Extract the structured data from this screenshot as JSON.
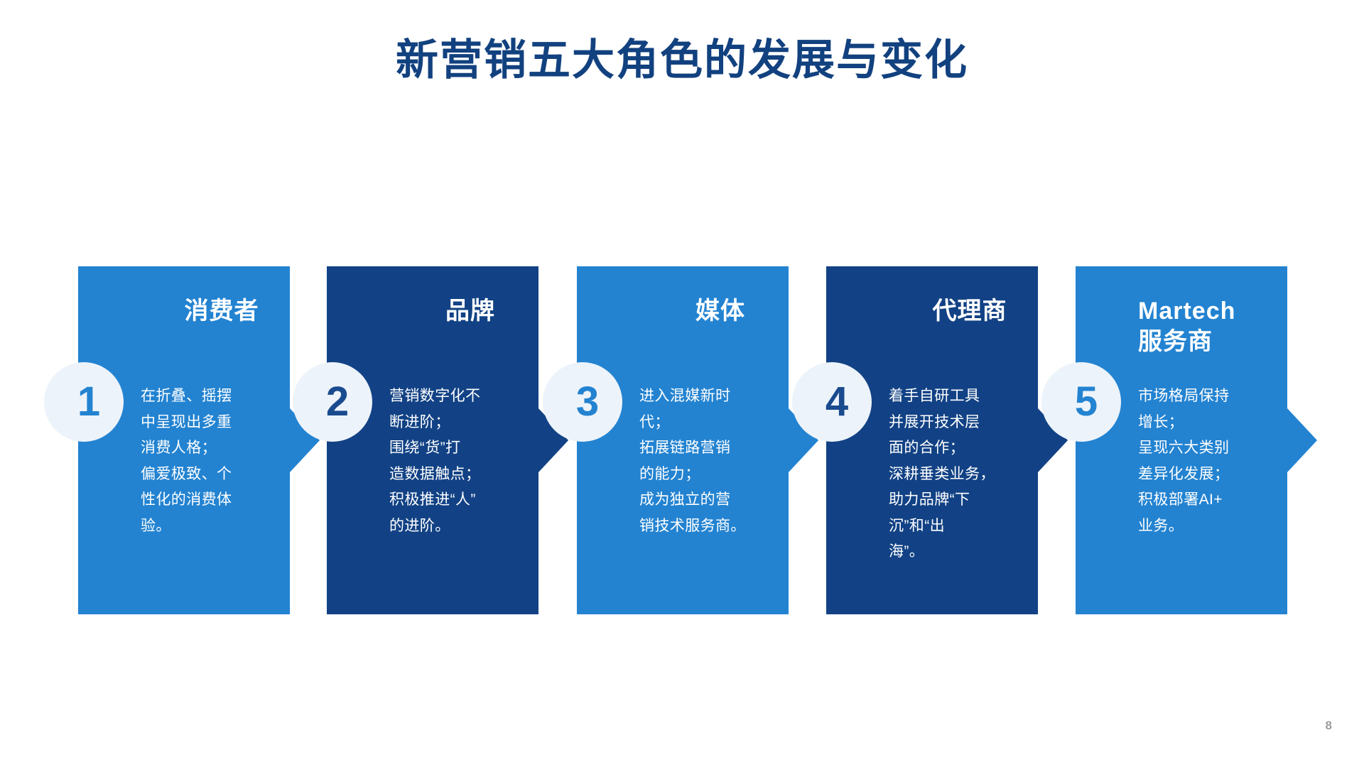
{
  "slide": {
    "title": "新营销五大角色的发展与变化",
    "page_number": "8",
    "background_color": "#ffffff",
    "title_color": "#12417f"
  },
  "colors": {
    "light_blue": "#2383d1",
    "dark_navy": "#124285",
    "badge_fill": "#edf3fa",
    "badge_text_light": "#2383d1",
    "badge_text_dark": "#1a4b8f",
    "page_number_gray": "#9b9b9b"
  },
  "flow": {
    "cards": [
      {
        "number": "1",
        "title": "消费者",
        "title_align": "center",
        "body": "在折叠、摇摆\n中呈现出多重\n消费人格；\n偏爱极致、个\n性化的消费体\n验。",
        "theme": "light",
        "fill": "#2383d1",
        "number_color": "#2383d1"
      },
      {
        "number": "2",
        "title": "品牌",
        "title_align": "center",
        "body": "营销数字化不\n断进阶；\n围绕“货”打\n造数据触点；\n积极推进“人”\n的进阶。",
        "theme": "dark",
        "fill": "#124285",
        "number_color": "#1a4b8f"
      },
      {
        "number": "3",
        "title": "媒体",
        "title_align": "center",
        "body": "进入混媒新时\n代；\n拓展链路营销\n的能力；\n成为独立的营\n销技术服务商。",
        "theme": "light",
        "fill": "#2383d1",
        "number_color": "#2383d1"
      },
      {
        "number": "4",
        "title": "代理商",
        "title_align": "center",
        "body": "着手自研工具\n并展开技术层\n面的合作；\n深耕垂类业务，\n助力品牌“下\n沉”和“出\n海”。",
        "theme": "dark",
        "fill": "#124285",
        "number_color": "#1a4b8f"
      },
      {
        "number": "5",
        "title": "Martech\n服务商",
        "title_align": "left",
        "body": "市场格局保持\n增长；\n呈现六大类别\n差异化发展；\n积极部署AI+\n业务。",
        "theme": "light",
        "fill": "#2383d1",
        "number_color": "#2383d1"
      }
    ]
  }
}
